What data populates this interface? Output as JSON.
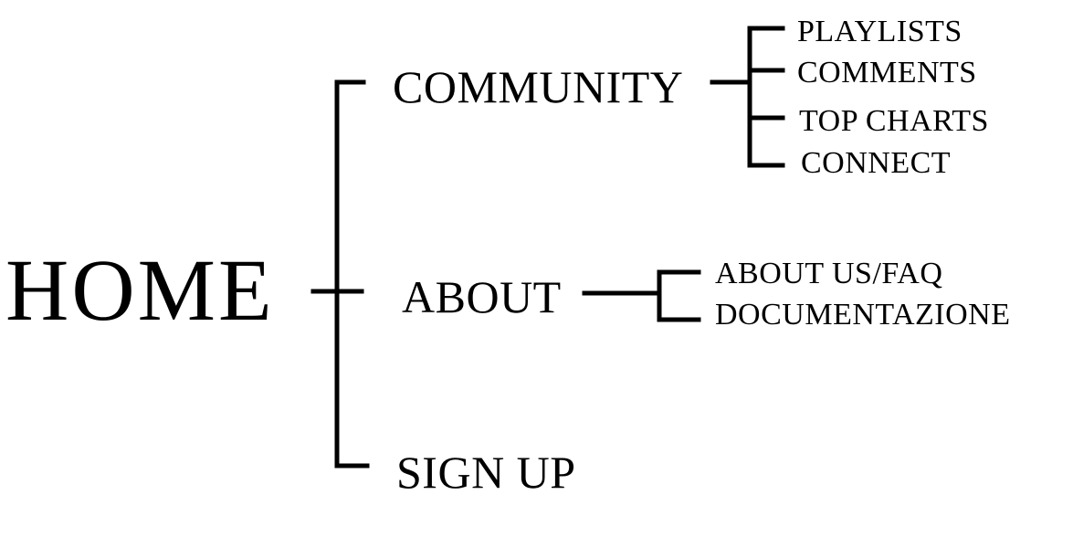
{
  "root": {
    "label": "HOME"
  },
  "branches": [
    {
      "label": "COMMUNITY",
      "children": [
        "PLAYLISTS",
        "COMMENTS",
        "TOP CHARTS",
        "CONNECT"
      ]
    },
    {
      "label": "ABOUT",
      "children": [
        "ABOUT US/FAQ",
        "DOCUMENTAZIONE"
      ]
    },
    {
      "label": "SIGN UP",
      "children": []
    }
  ],
  "colors": {
    "ink": "#000000",
    "background": "#ffffff"
  }
}
